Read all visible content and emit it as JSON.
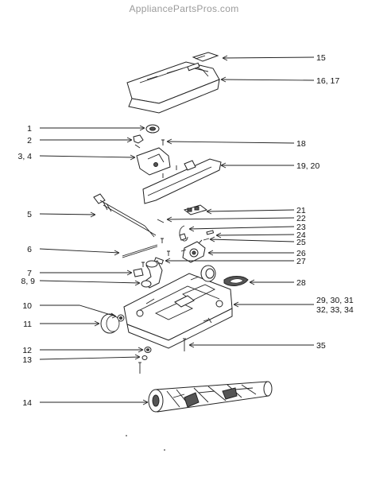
{
  "watermark": "AppliancePartsPros.com",
  "callouts": [
    {
      "id": "c15",
      "text": "15"
    },
    {
      "id": "c16",
      "text": "16, 17"
    },
    {
      "id": "c1",
      "text": "1"
    },
    {
      "id": "c2",
      "text": "2"
    },
    {
      "id": "c18",
      "text": "18"
    },
    {
      "id": "c3",
      "text": "3, 4"
    },
    {
      "id": "c19",
      "text": "19, 20"
    },
    {
      "id": "c21",
      "text": "21"
    },
    {
      "id": "c5",
      "text": "5"
    },
    {
      "id": "c22",
      "text": "22"
    },
    {
      "id": "c23",
      "text": "23"
    },
    {
      "id": "c24",
      "text": "24"
    },
    {
      "id": "c25",
      "text": "25"
    },
    {
      "id": "c6",
      "text": "6"
    },
    {
      "id": "c26",
      "text": "26"
    },
    {
      "id": "c27",
      "text": "27"
    },
    {
      "id": "c7",
      "text": "7"
    },
    {
      "id": "c8",
      "text": "8, 9"
    },
    {
      "id": "c28",
      "text": "28"
    },
    {
      "id": "c29",
      "text": "29, 30, 31"
    },
    {
      "id": "c32",
      "text": "32, 33, 34"
    },
    {
      "id": "c10",
      "text": "10"
    },
    {
      "id": "c11",
      "text": "11"
    },
    {
      "id": "c35",
      "text": "35"
    },
    {
      "id": "c12",
      "text": "12"
    },
    {
      "id": "c13",
      "text": "13"
    },
    {
      "id": "c14",
      "text": "14"
    }
  ]
}
